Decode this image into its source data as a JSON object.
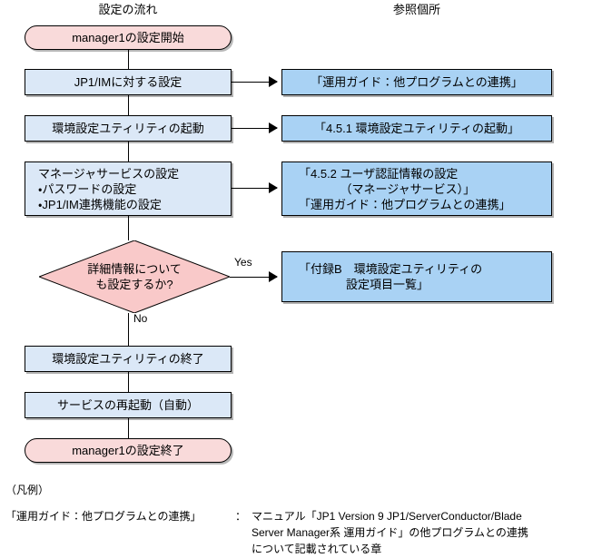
{
  "headers": {
    "flow": "設定の流れ",
    "reference": "参照個所"
  },
  "flow": {
    "start": "manager1の設定開始",
    "step_jp1im": "JP1/IMに対する設定",
    "step_util_start": "環境設定ユティリティの起動",
    "step_manager_service": "マネージャサービスの設定\n・パスワードの設定\n・JP1/IM連携機能の設定",
    "decision": "詳細情報について\nも設定するか?",
    "branch_yes": "Yes",
    "branch_no": "No",
    "step_util_end": "環境設定ユティリティの終了",
    "step_service_restart": "サービスの再起動（自動）",
    "end": "manager1の設定終了"
  },
  "references": {
    "ref_jp1im": "「運用ガイド：他プログラムとの連携」",
    "ref_util_start": "「4.5.1 環境設定ユティリティの起動」",
    "ref_manager_service": "「4.5.2 ユーザ認証情報の設定\n　　　　（マネージャサービス）」\n「運用ガイド：他プログラムとの連携」",
    "ref_detail": "「付録B　環境設定ユティリティの\n　　　　設定項目一覧」"
  },
  "legend": {
    "title": "（凡例）",
    "term": "「運用ガイド：他プログラムとの連携」",
    "colon": "：",
    "description": "マニュアル「JP1 Version 9 JP1/ServerConductor/Blade\nServer Manager系 運用ガイド」の他プログラムとの連携\nについて記載されている章"
  },
  "colors": {
    "process_fill": "#dbe8f7",
    "reference_fill": "#a9d2f4",
    "terminator_fill": "#f9dada",
    "decision_fill": "#f9c9c9",
    "line": "#000000",
    "background": "#ffffff"
  }
}
